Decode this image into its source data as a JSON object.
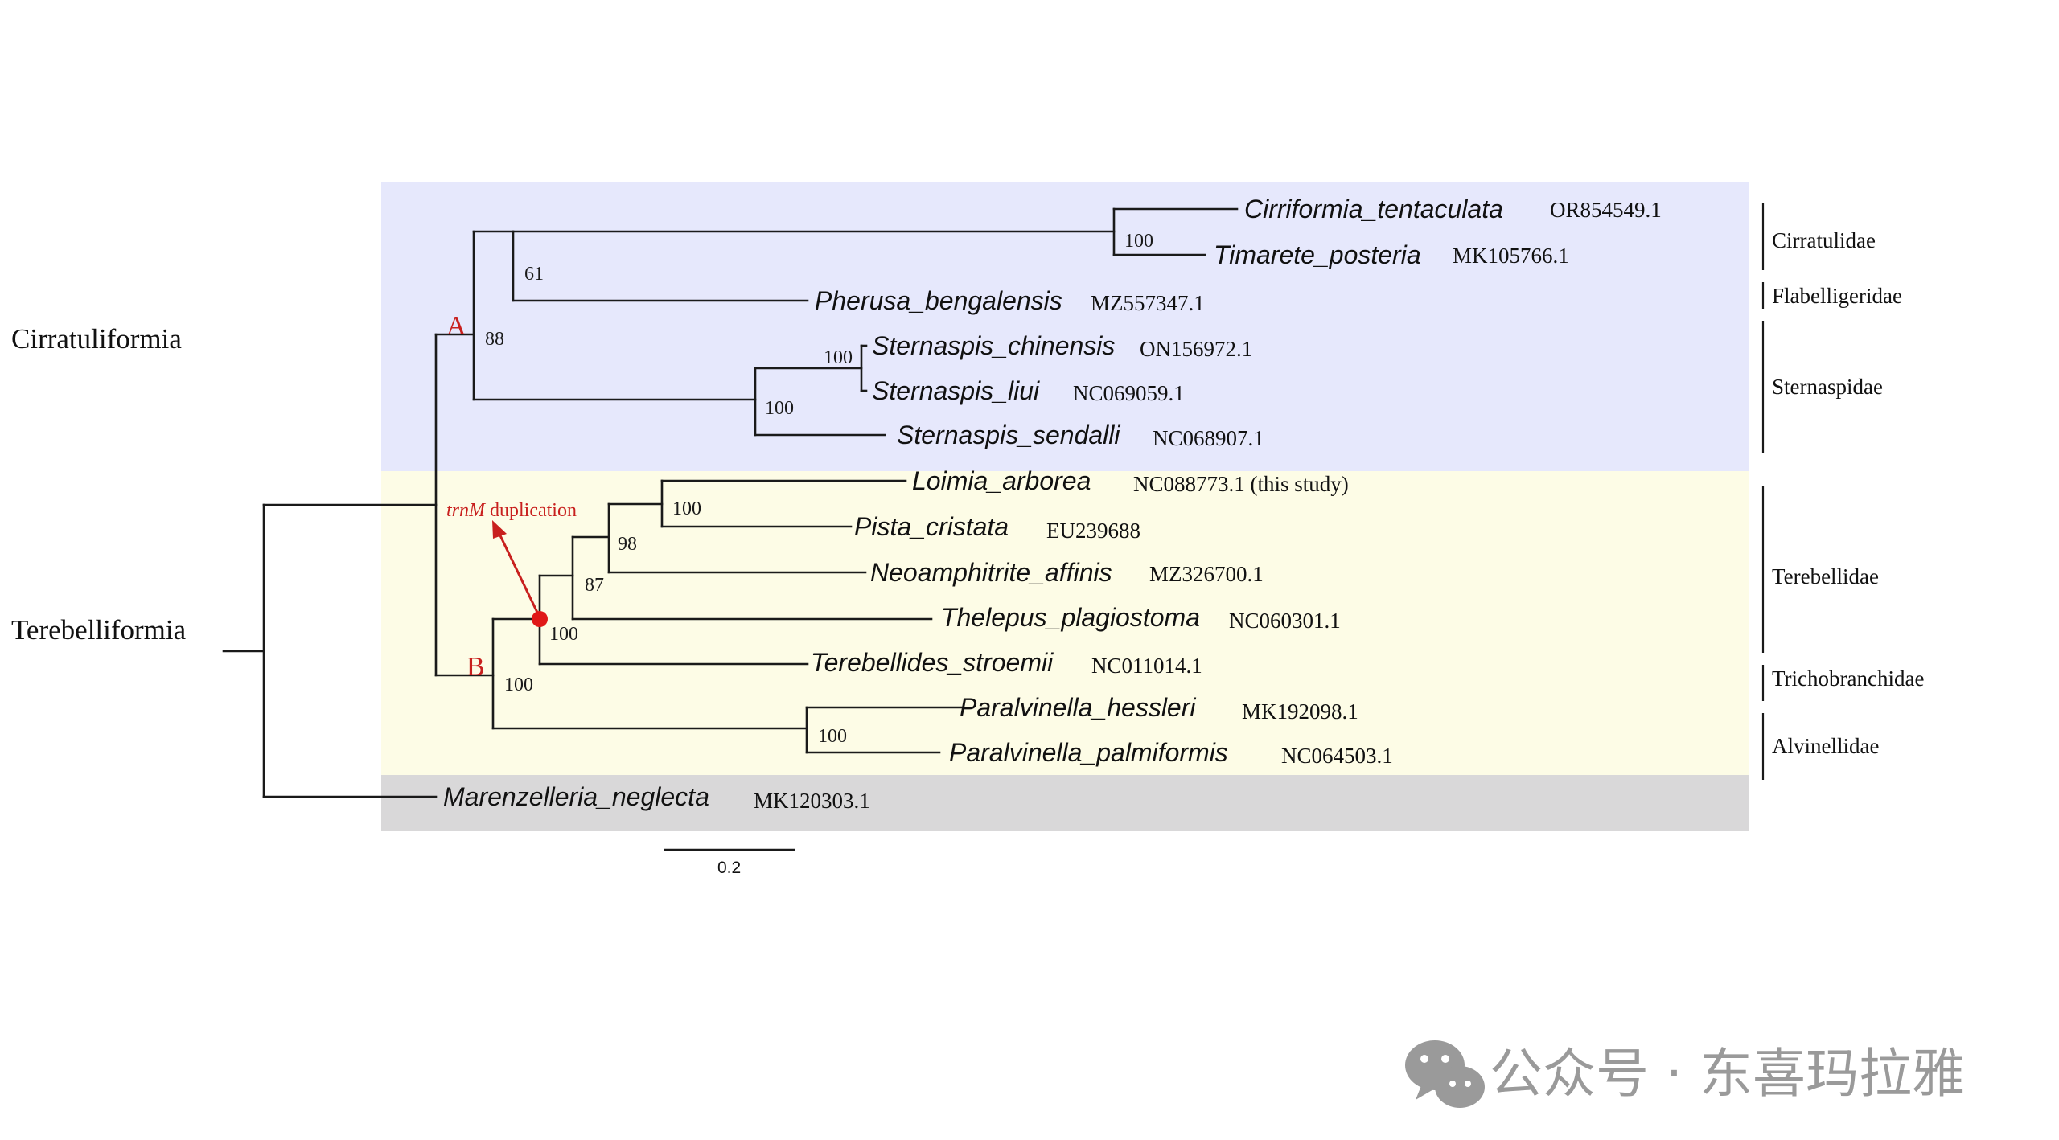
{
  "colors": {
    "band_cirratuliformia": "#e6e8fc",
    "band_terebelliformia": "#fdfce6",
    "band_outgroup": "#d9d8d9",
    "branch": "#1a1a1a",
    "annotation_red": "#c8201e",
    "marker_red": "#e01818",
    "watermark": "#9a9a9a"
  },
  "groups": {
    "cirratuliformia": "Cirratuliformia",
    "terebelliformia": "Terebelliformia"
  },
  "node_letters": {
    "a": "A",
    "b": "B"
  },
  "annotation": {
    "gene": "trnM",
    "event": " duplication"
  },
  "taxa": [
    {
      "name": "Cirriformia_tentaculata",
      "accession": "OR854549.1"
    },
    {
      "name": "Timarete_posteria",
      "accession": "MK105766.1"
    },
    {
      "name": "Pherusa_bengalensis",
      "accession": "MZ557347.1"
    },
    {
      "name": "Sternaspis_chinensis",
      "accession": "ON156972.1"
    },
    {
      "name": "Sternaspis_liui",
      "accession": "NC069059.1"
    },
    {
      "name": "Sternaspis_sendalli",
      "accession": "NC068907.1"
    },
    {
      "name": "Loimia_arborea",
      "accession": "NC088773.1 (this study)"
    },
    {
      "name": "Pista_cristata",
      "accession": "EU239688"
    },
    {
      "name": "Neoamphitrite_affinis",
      "accession": "MZ326700.1"
    },
    {
      "name": "Thelepus_plagiostoma",
      "accession": "NC060301.1"
    },
    {
      "name": "Terebellides_stroemii",
      "accession": "NC011014.1"
    },
    {
      "name": "Paralvinella_hessleri",
      "accession": "MK192098.1"
    },
    {
      "name": "Paralvinella_palmiformis",
      "accession": "NC064503.1"
    },
    {
      "name": "Marenzelleria_neglecta",
      "accession": "MK120303.1"
    }
  ],
  "support_values": {
    "cirriformia_timarete": "100",
    "cirratulidae_pherusa": "61",
    "node_a": "88",
    "sternaspis_chinensis_liui": "100",
    "sternaspis_all": "100",
    "loimia_pista": "100",
    "plus_neoamphitrite": "98",
    "plus_thelepus": "87",
    "plus_terebellides": "100",
    "node_b": "100",
    "paralvinella": "100"
  },
  "families": {
    "cirratulidae": "Cirratulidae",
    "flabelligeridae": "Flabelligeridae",
    "sternaspidae": "Sternaspidae",
    "terebellidae": "Terebellidae",
    "trichobranchidae": "Trichobranchidae",
    "alvinellidae": "Alvinellidae"
  },
  "scale_bar": {
    "label": "0.2"
  },
  "watermark": {
    "text": "公众号 · 东喜玛拉雅",
    "icon": "wechat-icon"
  }
}
